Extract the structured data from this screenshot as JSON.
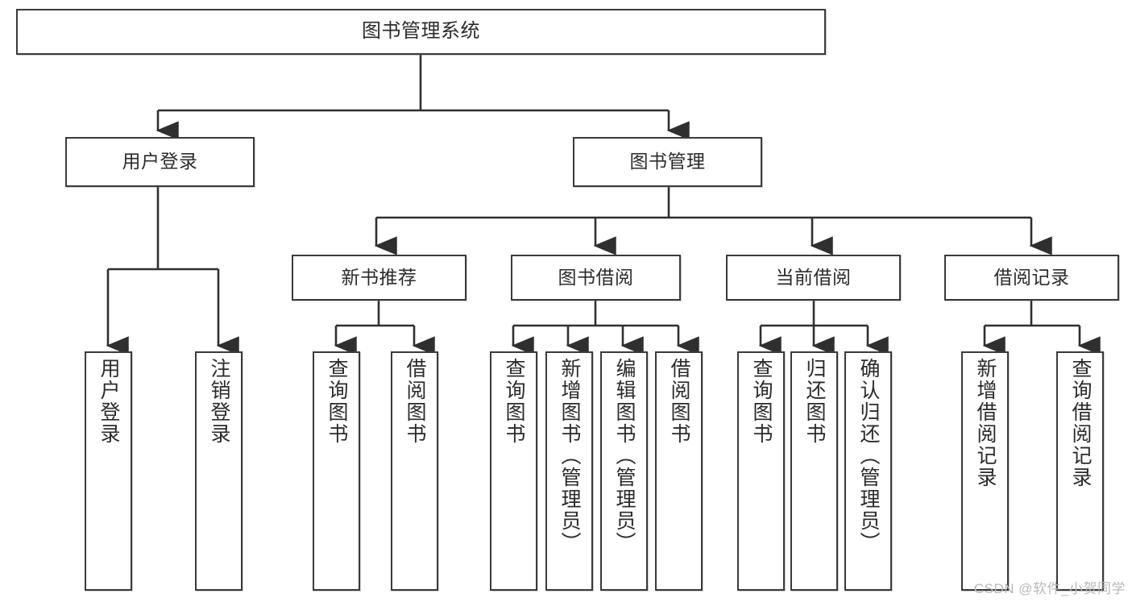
{
  "diagram": {
    "title": "图书管理系统",
    "type": "tree",
    "stroke_color": "#3a3a3a",
    "fill_color": "#ffffff",
    "text_color": "#2b2b2b"
  },
  "nodes": {
    "root": {
      "label": "图书管理系统"
    },
    "level2": [
      {
        "label": "用户登录"
      },
      {
        "label": "图书管理"
      }
    ],
    "level3": [
      {
        "label": "新书推荐"
      },
      {
        "label": "图书借阅"
      },
      {
        "label": "当前借阅"
      },
      {
        "label": "借阅记录"
      }
    ],
    "leaves": {
      "user_login": [
        {
          "label": "用户登录"
        },
        {
          "label": "注销登录"
        }
      ],
      "new_book": [
        {
          "label": "查询图书"
        },
        {
          "label": "借阅图书"
        }
      ],
      "book_borrow": [
        {
          "label": "查询图书"
        },
        {
          "label": "新增图书（管理员）"
        },
        {
          "label": "编辑图书（管理员）"
        },
        {
          "label": "借阅图书"
        }
      ],
      "current_borrow": [
        {
          "label": "查询图书"
        },
        {
          "label": "归还图书"
        },
        {
          "label": "确认归还（管理员）"
        }
      ],
      "borrow_record": [
        {
          "label": "新增借阅记录"
        },
        {
          "label": "查询借阅记录"
        }
      ]
    }
  },
  "watermark": {
    "text": "CSDN @软件_小贺同学"
  }
}
